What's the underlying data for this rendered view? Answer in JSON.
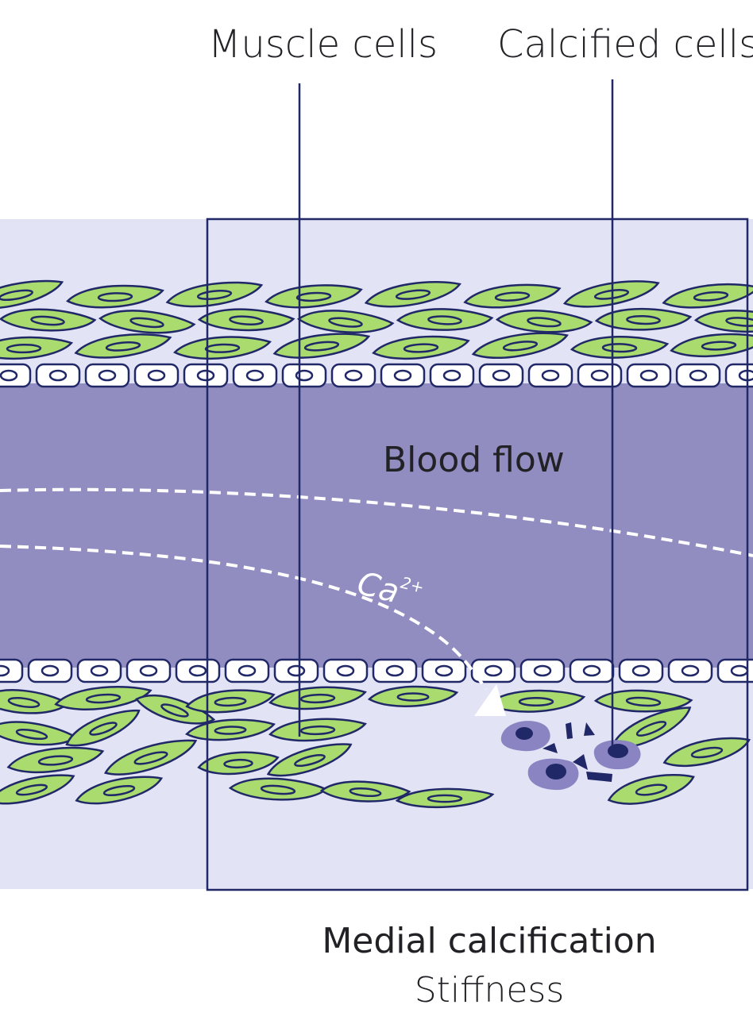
{
  "labels": {
    "muscle_cells": "Muscle cells",
    "calcified_cells": "Calcified cells",
    "blood_flow": "Blood flow",
    "ion": "Ca",
    "ion_charge": "2+",
    "title": "Medial calcification",
    "subtitle": "Stiffness"
  },
  "colors": {
    "wall_background": "#e2e3f4",
    "lumen": "#918dc1",
    "muscle_cell_fill": "#a9db6e",
    "outline": "#202868",
    "endothelial_fill": "#ffffff",
    "calcified_cell_fill": "#8a84c2",
    "calcified_nucleus": "#202868",
    "flow_lines": "#ffffff"
  }
}
